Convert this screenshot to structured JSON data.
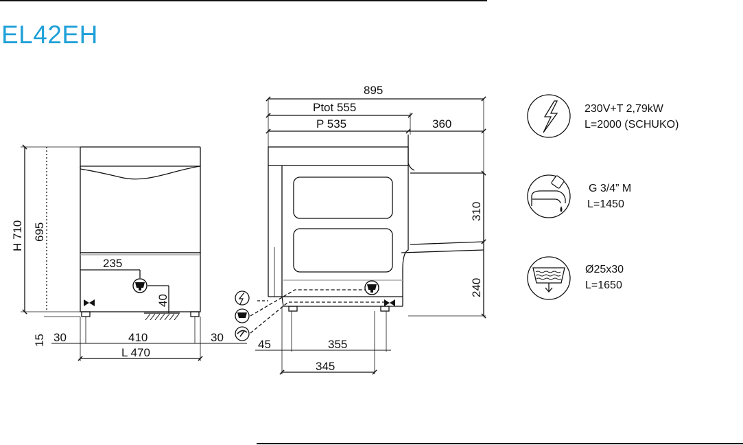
{
  "header": {
    "model": "EL42EH"
  },
  "colors": {
    "accent": "#1ea0d8",
    "ink": "#111111",
    "shade": "#9a9a9a"
  },
  "front_view": {
    "height_total": "H 710",
    "height_body": "695",
    "feet": "15",
    "drain_offset": "235",
    "drain_height": "40",
    "margin_left": "30",
    "inner_width": "410",
    "margin_right": "30",
    "width_total": "L 470"
  },
  "side_view": {
    "depth_overall": "895",
    "depth_ptot": "Ptot 555",
    "depth_p": "P 535",
    "door_open": "360",
    "upper_height": "310",
    "lower_height": "240",
    "rear_offset": "45",
    "feet_span": "355",
    "base_depth": "345"
  },
  "connections": [
    {
      "icon": "power-icon",
      "line1": "230V+T 2,79kW",
      "line2": "L=2000 (SCHUKO)"
    },
    {
      "icon": "water-tap-icon",
      "line1": "G 3/4” M",
      "line2": "L=1450"
    },
    {
      "icon": "drain-icon",
      "line1": "Ø25x30",
      "line2": "L=1650"
    }
  ]
}
